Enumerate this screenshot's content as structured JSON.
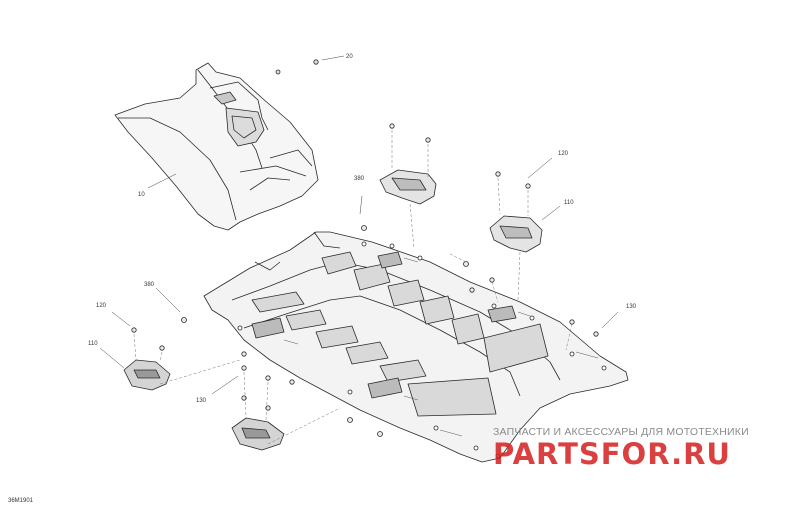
{
  "diagram": {
    "reference_code": "36M1901",
    "callouts": {
      "c10": "10",
      "c20": "20",
      "c110a": "110",
      "c110b": "110",
      "c120a": "120",
      "c120b": "120",
      "c130a": "130",
      "c130b": "130",
      "c380a": "380",
      "c380b": "380"
    }
  },
  "watermark": {
    "line": "ЗАПЧАСТИ И АКСЕССУАРЫ ДЛЯ МОТОТЕХНИКИ",
    "brand": "PARTSFOR.RU",
    "brand_color": "#d41f1f"
  }
}
